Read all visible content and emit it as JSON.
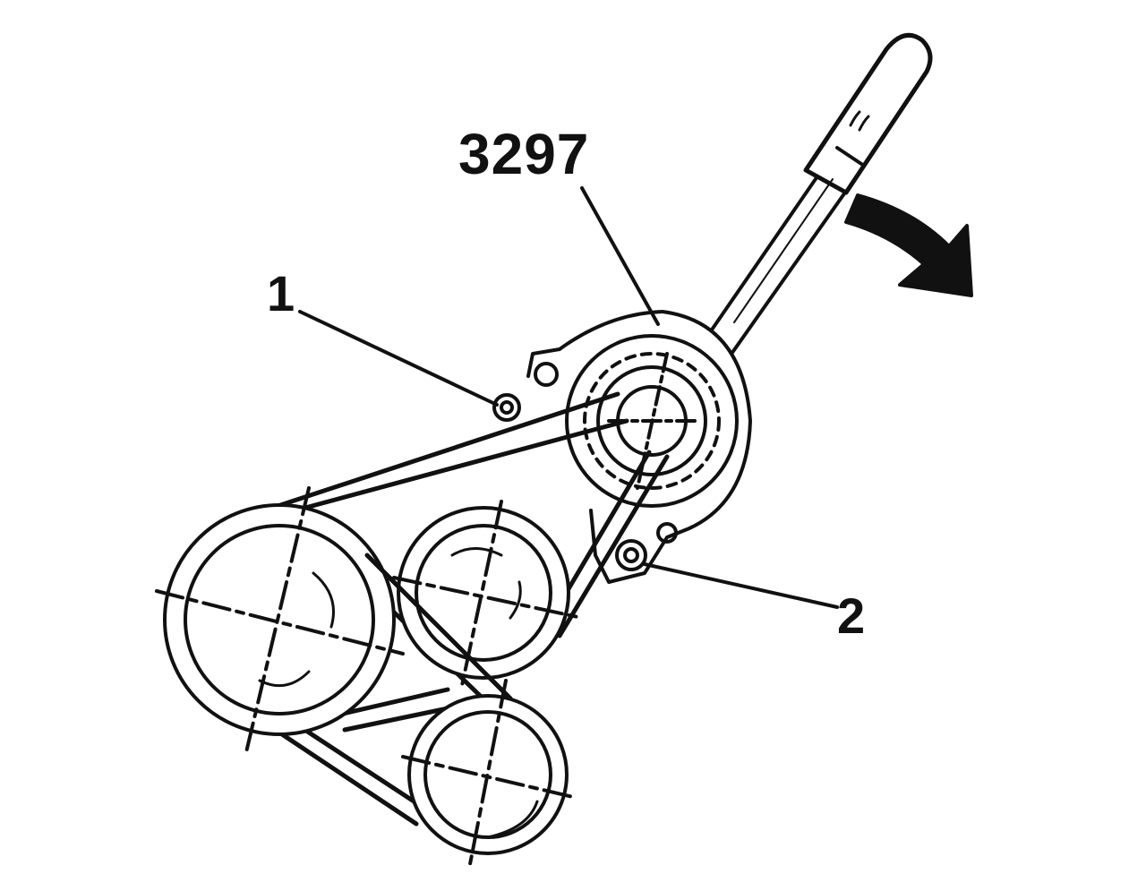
{
  "callouts": {
    "tool": "3297",
    "item_1": "1",
    "item_2": "2"
  },
  "colors": {
    "ink": "#111111",
    "paper": "#ffffff"
  }
}
